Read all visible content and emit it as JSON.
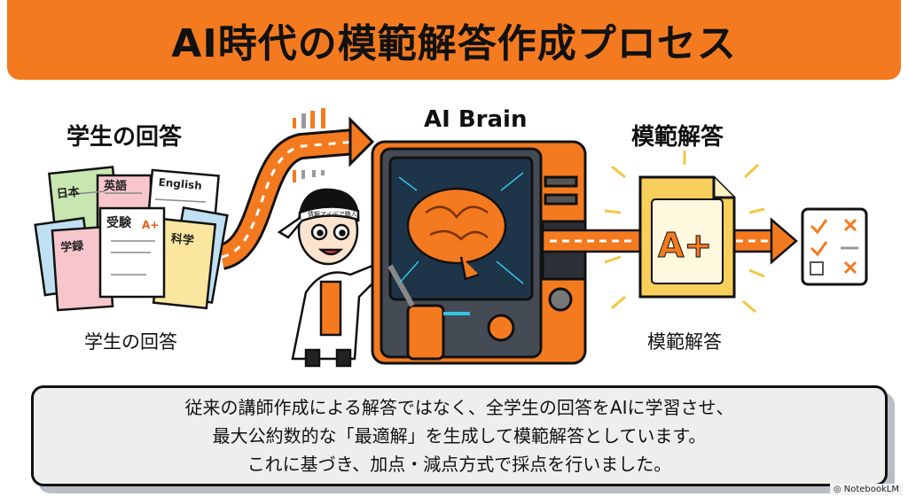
{
  "title": "AI時代の模範解答作成プロセス",
  "labels": {
    "student_answers_top": "学生の回答",
    "student_answers_bottom": "学生の回答",
    "ai_brain": "AI Brain",
    "model_answer_top": "模範解答",
    "model_answer_bottom": "模範解答"
  },
  "papers": {
    "japan": "日本",
    "english_jp": "英語",
    "english": "English",
    "exam": "受験",
    "grade": "A+",
    "study": "学録",
    "science": "科学"
  },
  "headband": "情報アイデア職人",
  "model_grade": "A+",
  "description": [
    "従来の講師作成による解答ではなく、全学生の回答をAIに学習させ、",
    "最大公約数的な「最適解」を生成して模範解答としています。",
    "これに基づき、加点・減点方式で採点を行いました。"
  ],
  "watermark": "NotebookLM",
  "colors": {
    "accent": "#f47a20",
    "dark": "#2b2f36",
    "gold": "#f5c542"
  }
}
